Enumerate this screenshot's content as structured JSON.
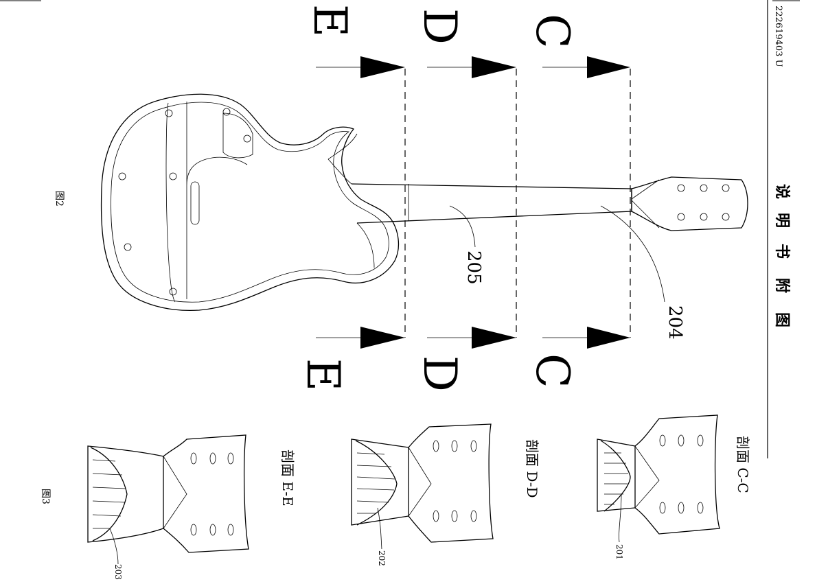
{
  "header": {
    "doc_number": "222619403 U",
    "title_chars": [
      "说",
      "明",
      "书",
      "附",
      "图"
    ]
  },
  "figures": {
    "fig2": "图2",
    "fig3": "图3"
  },
  "section_markers": {
    "c": "C",
    "d": "D",
    "e": "E"
  },
  "callouts": {
    "neck_label": "204",
    "fretboard_label": "205",
    "section_c_label": "201",
    "section_d_label": "202",
    "section_e_label": "203"
  },
  "sections": {
    "c_title": "剖面 C-C",
    "d_title": "剖面 D-D",
    "e_title": "剖面 E-E"
  }
}
